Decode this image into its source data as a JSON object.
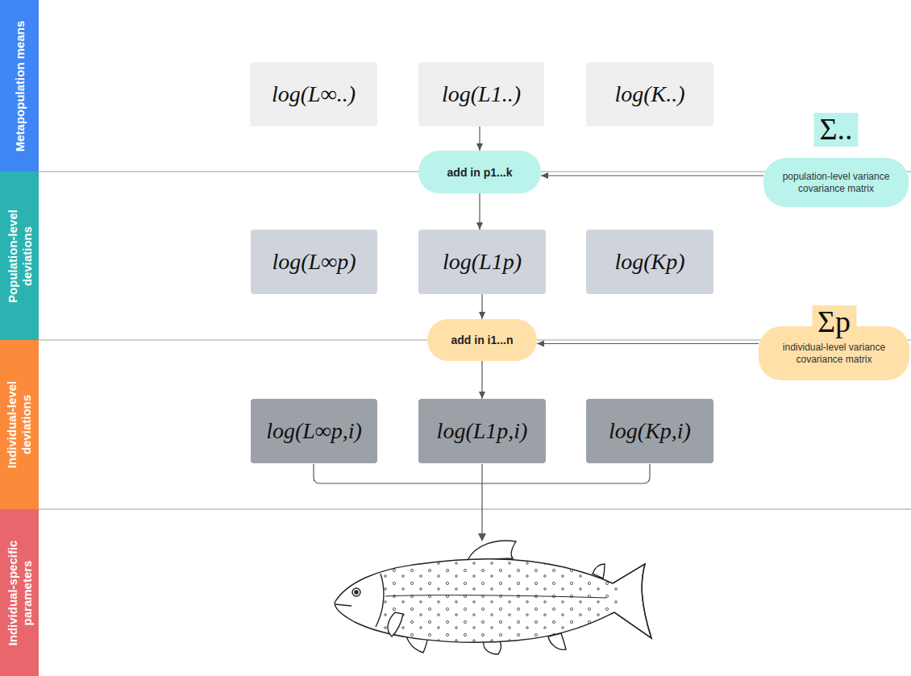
{
  "diagram": {
    "nodes": [
      {
        "text": [
          "Metapopulation means"
        ]
      },
      {
        "text": [
          "log(L∞..)"
        ]
      },
      {
        "text": [
          "log(L1..)"
        ]
      },
      {
        "text": [
          "log(K..)"
        ]
      },
      {
        "text": [
          "Σ..",
          "population-level variance covariance matrix"
        ]
      },
      {
        "text": [
          "Population-level deviations"
        ]
      },
      {
        "text": [
          "add in p1...k"
        ]
      },
      {
        "text": [
          "log(L∞p)"
        ]
      },
      {
        "text": [
          "log(L1p)"
        ]
      },
      {
        "text": [
          "log(Kp)"
        ]
      },
      {
        "text": [
          "Σp",
          "individual-level variance covariance matrix"
        ]
      },
      {
        "text": [
          "Individual-level deviations"
        ]
      },
      {
        "text": [
          "add in i1...n"
        ]
      },
      {
        "text": [
          "log(L∞p,i)"
        ]
      },
      {
        "text": [
          "log(L1p,i)"
        ]
      },
      {
        "text": [
          "log(Kp,i)"
        ]
      },
      {
        "text": [
          "Individual-specific parameters"
        ]
      }
    ],
    "edges": [
      {
        "from": 2,
        "to": 6,
        "arrow": "to"
      },
      {
        "from": 4,
        "to": 6,
        "arrow": "to"
      },
      {
        "from": 6,
        "to": 8,
        "arrow": "to"
      },
      {
        "from": 8,
        "to": 12,
        "arrow": "to"
      },
      {
        "from": 10,
        "to": 12,
        "arrow": "to"
      },
      {
        "from": 12,
        "to": 14,
        "arrow": "to"
      }
    ]
  }
}
